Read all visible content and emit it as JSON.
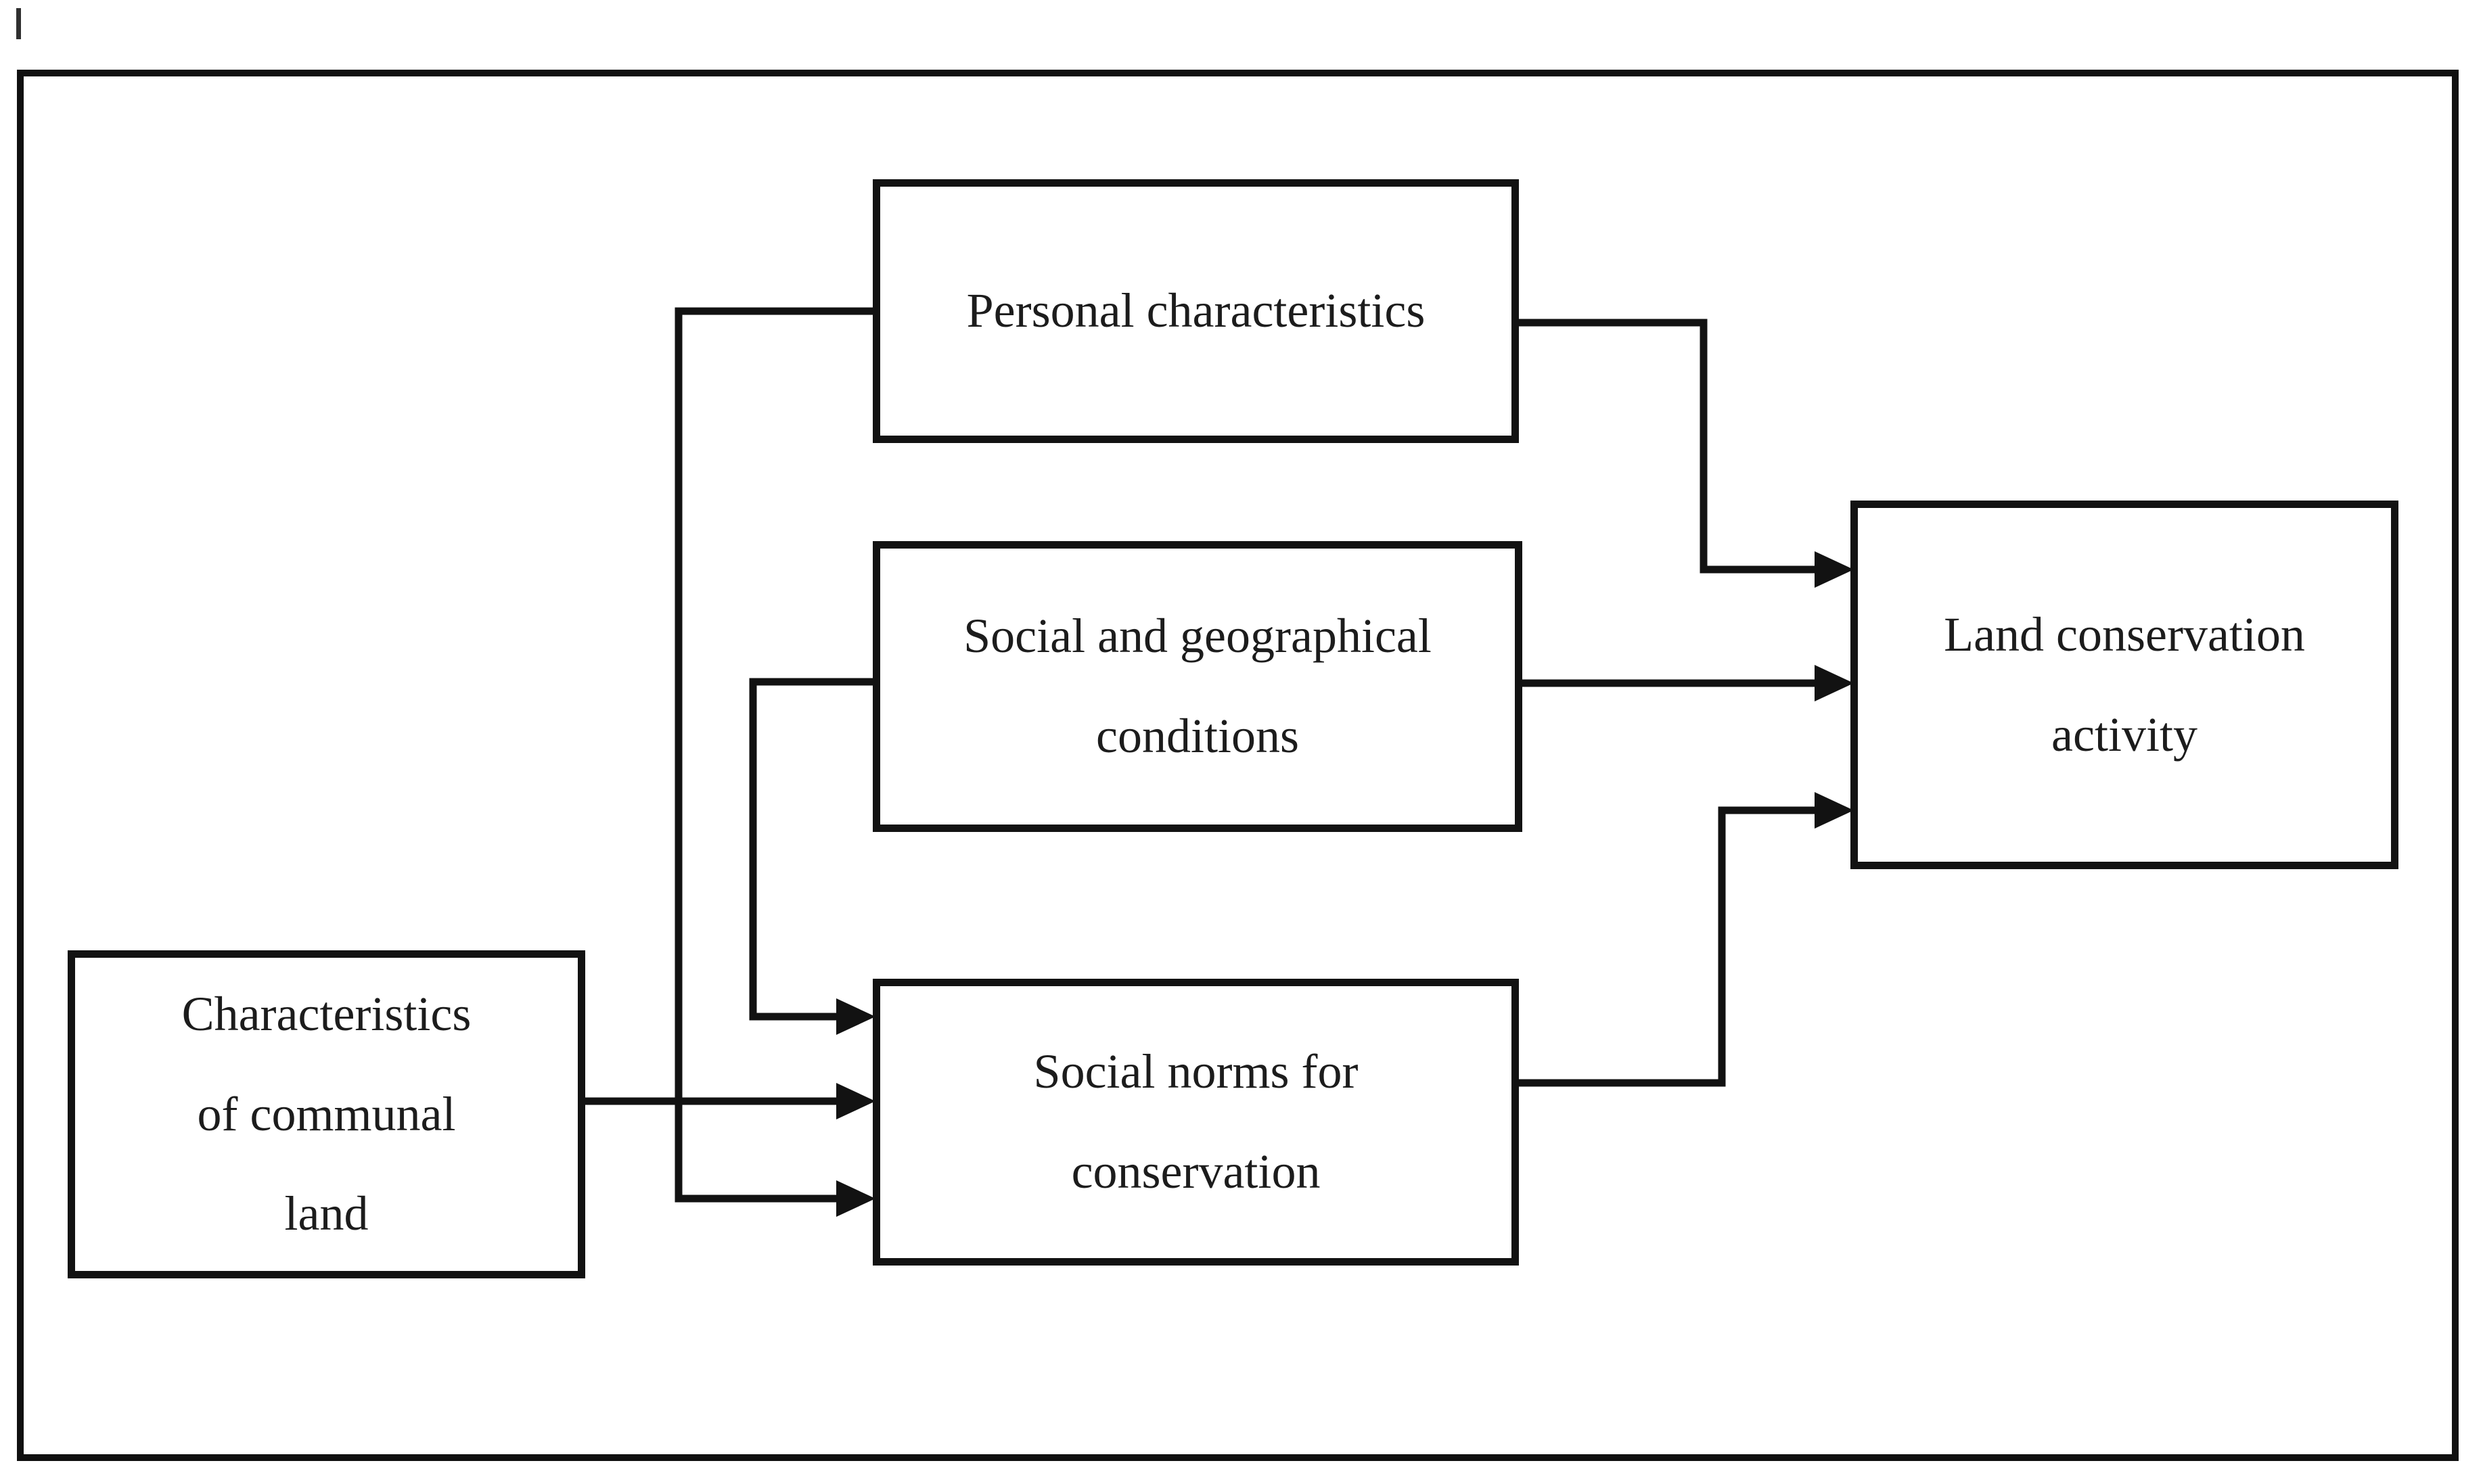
{
  "colors": {
    "ink": "#121212",
    "background": "#ffffff"
  },
  "boxes": {
    "characteristics_of_communal_land": {
      "lines": [
        "Characteristics",
        "of communal",
        "land"
      ]
    },
    "personal_characteristics": {
      "lines": [
        "Personal characteristics"
      ]
    },
    "social_and_geographical_conditions": {
      "lines": [
        "Social and geographical",
        "conditions"
      ]
    },
    "social_norms_for_conservation": {
      "lines": [
        "Social norms for",
        "conservation"
      ]
    },
    "land_conservation_activity": {
      "lines": [
        "Land conservation",
        "activity"
      ]
    }
  },
  "edges": [
    {
      "from": "characteristics_of_communal_land",
      "to": "personal_characteristics",
      "arrowhead": false
    },
    {
      "from": "characteristics_of_communal_land",
      "to": "social_norms_for_conservation",
      "arrowhead": true
    },
    {
      "from": "characteristics_of_communal_land",
      "to": "social_norms_for_conservation",
      "arrowhead": true
    },
    {
      "from": "social_and_geographical_conditions",
      "to": "social_norms_for_conservation",
      "arrowhead": true
    },
    {
      "from": "personal_characteristics",
      "to": "land_conservation_activity",
      "arrowhead": true
    },
    {
      "from": "social_and_geographical_conditions",
      "to": "land_conservation_activity",
      "arrowhead": true
    },
    {
      "from": "social_norms_for_conservation",
      "to": "land_conservation_activity",
      "arrowhead": true
    }
  ]
}
